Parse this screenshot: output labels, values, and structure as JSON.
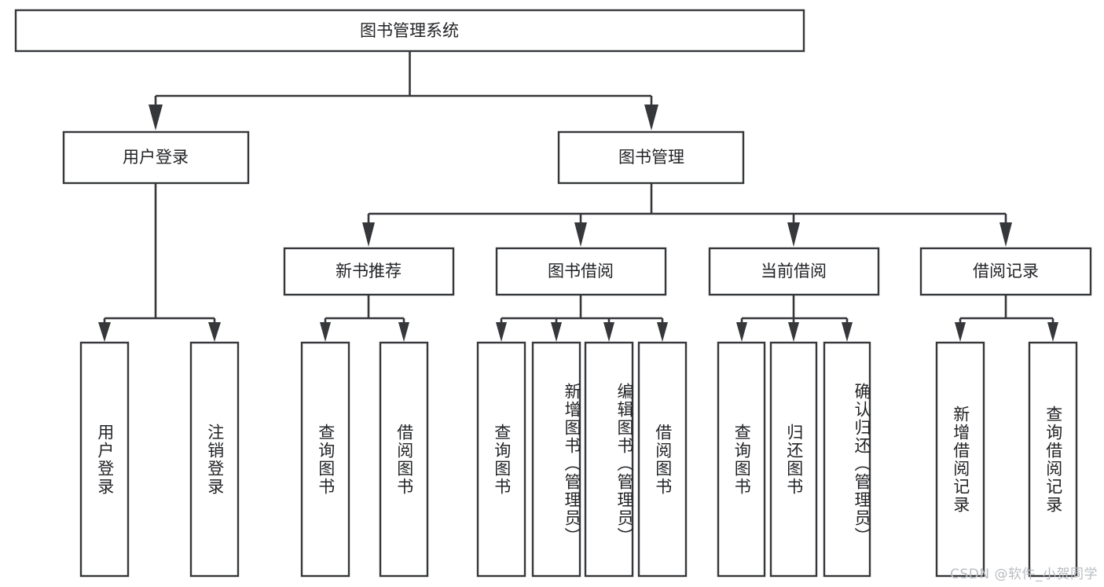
{
  "title": "图书管理系统",
  "watermark": "CSDN @软件_小贺同学",
  "colors": {
    "stroke": "#36373a",
    "text": "#222326",
    "background": "#ffffff",
    "watermark": "#b9bcc0"
  },
  "chart_data": {
    "type": "diagram",
    "subtype": "tree-hierarchy-chart",
    "title": "图书管理系统",
    "orientation": "top-down",
    "levels": 4,
    "root": {
      "id": "root",
      "label": "图书管理系统",
      "children": [
        {
          "id": "user-login",
          "label": "用户登录",
          "children": [
            {
              "id": "user-login-do",
              "label": "用户登录",
              "children": []
            },
            {
              "id": "user-logout",
              "label": "注销登录",
              "children": []
            }
          ]
        },
        {
          "id": "book-manage",
          "label": "图书管理",
          "children": [
            {
              "id": "new-book-rec",
              "label": "新书推荐",
              "children": [
                {
                  "id": "query-book-1",
                  "label": "查询图书",
                  "children": []
                },
                {
                  "id": "borrow-book-1",
                  "label": "借阅图书",
                  "children": []
                }
              ]
            },
            {
              "id": "book-borrow",
              "label": "图书借阅",
              "children": [
                {
                  "id": "query-book-2",
                  "label": "查询图书",
                  "children": []
                },
                {
                  "id": "add-book",
                  "label": "新增图书（管理员）",
                  "children": []
                },
                {
                  "id": "edit-book",
                  "label": "编辑图书（管理员）",
                  "children": []
                },
                {
                  "id": "borrow-book-2",
                  "label": "借阅图书",
                  "children": []
                }
              ]
            },
            {
              "id": "current-borrow",
              "label": "当前借阅",
              "children": [
                {
                  "id": "query-book-3",
                  "label": "查询图书",
                  "children": []
                },
                {
                  "id": "return-book",
                  "label": "归还图书",
                  "children": []
                },
                {
                  "id": "confirm-return",
                  "label": "确认归还（管理员）",
                  "children": []
                }
              ]
            },
            {
              "id": "borrow-record",
              "label": "借阅记录",
              "children": [
                {
                  "id": "add-record",
                  "label": "新增借阅记录",
                  "children": []
                },
                {
                  "id": "query-record",
                  "label": "查询借阅记录",
                  "children": []
                }
              ]
            }
          ]
        }
      ]
    }
  },
  "nodes": {
    "root": {
      "label": "图书管理系统"
    },
    "user_login": {
      "label": "用户登录"
    },
    "book_manage": {
      "label": "图书管理"
    },
    "new_book_rec": {
      "label": "新书推荐"
    },
    "book_borrow": {
      "label": "图书借阅"
    },
    "current_borrow": {
      "label": "当前借阅"
    },
    "borrow_record": {
      "label": "借阅记录"
    },
    "leaf_user_login": {
      "label": "用户登录"
    },
    "leaf_user_logout": {
      "label": "注销登录"
    },
    "leaf_query_book_1": {
      "label": "查询图书"
    },
    "leaf_borrow_book_1": {
      "label": "借阅图书"
    },
    "leaf_query_book_2": {
      "label": "查询图书"
    },
    "leaf_add_book": {
      "label": "新增图书（管理员）"
    },
    "leaf_edit_book": {
      "label": "编辑图书（管理员）"
    },
    "leaf_borrow_book_2": {
      "label": "借阅图书"
    },
    "leaf_query_book_3": {
      "label": "查询图书"
    },
    "leaf_return_book": {
      "label": "归还图书"
    },
    "leaf_confirm_return": {
      "label": "确认归还（管理员）"
    },
    "leaf_add_record": {
      "label": "新增借阅记录"
    },
    "leaf_query_record": {
      "label": "查询借阅记录"
    }
  }
}
